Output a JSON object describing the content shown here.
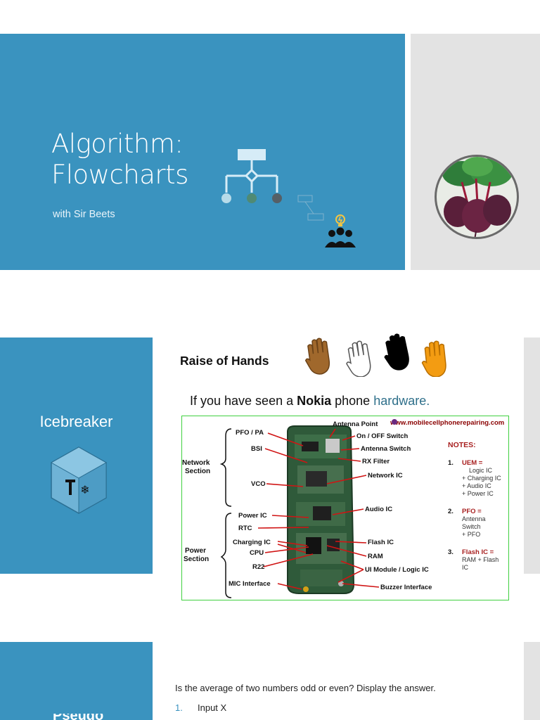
{
  "slide1": {
    "title_line1": "Algorithm:",
    "title_line2": "Flowcharts",
    "subtitle": "with Sir Beets"
  },
  "slide2": {
    "heading": "Icebreaker",
    "raise": "Raise of Hands",
    "seen_pre": "If you have seen a ",
    "seen_bold": "Nokia",
    "seen_mid": " phone ",
    "seen_link": "hardware.",
    "board": {
      "url": "www.mobilecellphonerepairing.com",
      "left_labels": [
        "PFO / PA",
        "BSI",
        "VCO",
        "Power IC",
        "RTC",
        "Charging IC",
        "CPU",
        "R22",
        "MIC Interface"
      ],
      "group_network": [
        "Network",
        "Section"
      ],
      "group_power": [
        "Power",
        "Section"
      ],
      "right_labels": [
        "Antenna Point",
        "On / OFF Switch",
        "Antenna Switch",
        "RX Filter",
        "Network IC",
        "Audio IC",
        "Flash IC",
        "RAM",
        "UI Module / Logic IC",
        "Buzzer Interface"
      ],
      "notes_title": "NOTES:",
      "notes": [
        {
          "num": "1.",
          "head": "UEM =",
          "lines": [
            "Logic IC",
            "+ Charging IC",
            "+ Audio IC",
            "+ Power IC"
          ]
        },
        {
          "num": "2.",
          "head": "PFO =",
          "lines": [
            "Antenna",
            "Switch",
            "+ PFO"
          ]
        },
        {
          "num": "3.",
          "head": "Flash IC =",
          "lines": [
            "RAM + Flash",
            "IC"
          ]
        }
      ]
    }
  },
  "slide3": {
    "heading_stub": "Pseudo",
    "question": "Is the average of two numbers odd or even? Display the answer.",
    "step1_num": "1.",
    "step1_text": "Input X"
  },
  "colors": {
    "slide_blue": "#3a93bf",
    "panel_gray": "#e3e3e3",
    "label_red": "#c0392b",
    "link_teal": "#2e6f8a"
  },
  "icons": [
    "flowchart-icon",
    "team-idea-icon",
    "beets-photo",
    "toolbox-cube-icon",
    "hand-icons",
    "phone-board-diagram"
  ]
}
